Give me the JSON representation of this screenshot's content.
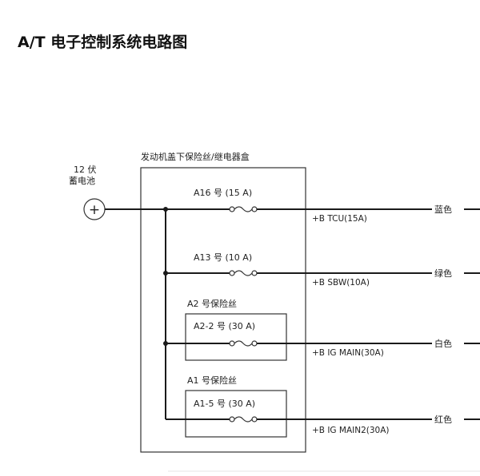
{
  "title": "A/T 电子控制系统电路图",
  "battery": {
    "line1": "12 伏",
    "line2": "蓄电池",
    "symbol": "+"
  },
  "fuse_box_label": "发动机盖下保险丝/继电器盒",
  "fuses": [
    {
      "label": "A16 号 (15 A)",
      "circuit": "+B TCU(15A)",
      "wire_color": "蓝色"
    },
    {
      "label": "A13 号 (10 A)",
      "circuit": "+B SBW(10A)",
      "wire_color": "绿色"
    },
    {
      "group_label": "A2 号保险丝",
      "label": "A2-2 号 (30 A)",
      "circuit": "+B IG MAIN(30A)",
      "wire_color": "白色"
    },
    {
      "group_label": "A1 号保险丝",
      "label": "A1-5 号 (30 A)",
      "circuit": "+B IG MAIN2(30A)",
      "wire_color": "红色"
    }
  ],
  "colors": {
    "line": "#1a1a1a",
    "text": "#222222",
    "background": "#ffffff"
  }
}
